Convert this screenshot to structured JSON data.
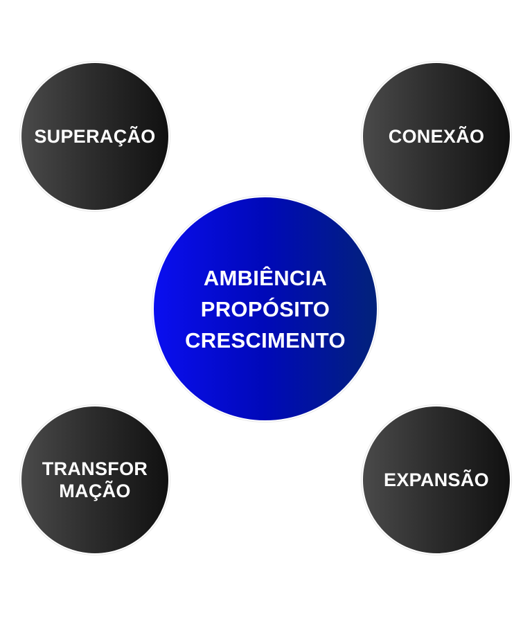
{
  "diagram": {
    "center": {
      "lines": [
        "AMBIÊNCIA",
        "PROPÓSITO",
        "CRESCIMENTO"
      ],
      "color": "#0a0ef0"
    },
    "satellites": [
      {
        "lines": [
          "SUPERAÇÃO"
        ]
      },
      {
        "lines": [
          "CONEXÃO"
        ]
      },
      {
        "lines": [
          "TRANSFOR",
          "MAÇÃO"
        ]
      },
      {
        "lines": [
          "EXPANSÃO"
        ]
      }
    ],
    "satellite_color": "#2e2e2e"
  }
}
